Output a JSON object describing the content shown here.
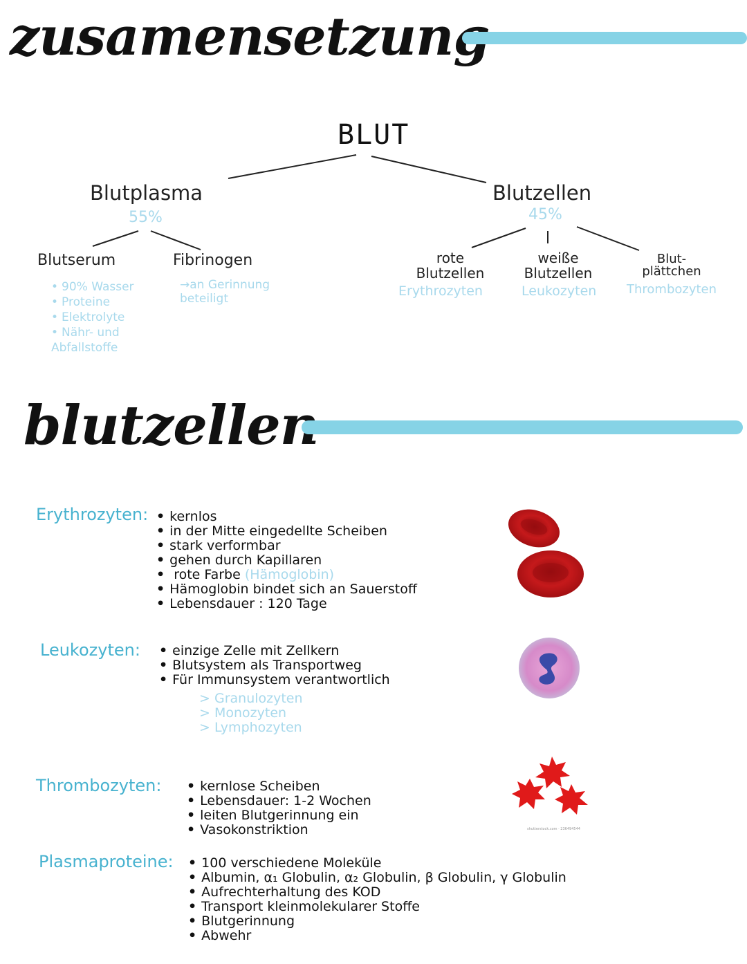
{
  "colors": {
    "accent_bar": "#86d3e6",
    "label_blue": "#47b2cf",
    "light_blue": "#a8d9ec"
  },
  "section1": {
    "title": "zusamensetzung",
    "root": "BLUT",
    "plasma": {
      "label": "Blutplasma",
      "percent": "55%",
      "serum": {
        "label": "Blutserum",
        "items": [
          "90% Wasser",
          "Proteine",
          "Elektrolyte",
          "Nähr- und Abfallstoffe"
        ]
      },
      "fibrinogen": {
        "label": "Fibrinogen",
        "note": "→an Gerinnung beteiligt"
      }
    },
    "cells": {
      "label": "Blutzellen",
      "percent": "45%",
      "red": {
        "label": "rote Blutzellen",
        "term": "Erythrozyten"
      },
      "white": {
        "label": "weiße Blutzellen",
        "term": "Leukozyten"
      },
      "platelets": {
        "label": "Blut-plättchen",
        "term": "Thrombozyten"
      }
    }
  },
  "section2": {
    "title": "blutzellen",
    "erythrocytes": {
      "label": "Erythrozyten:",
      "bullets": [
        "kernlos",
        "in der Mitte eingedellte Scheiben",
        "stark verformbar",
        "gehen durch Kapillaren",
        "Lebensdauer : 120 Tage",
        "Hämoglobin bindet sich an Sauerstoff"
      ],
      "color_line": "rote Farbe",
      "color_note": "(Hämoglobin)"
    },
    "leukocytes": {
      "label": "Leukozyten:",
      "bullets": [
        "einzige Zelle mit Zellkern",
        "Blutsystem als Transportweg",
        "Für Immunsystem verantwortlich"
      ],
      "subtypes": [
        "Granulozyten",
        "Monozyten",
        "Lymphozyten"
      ]
    },
    "thrombocytes": {
      "label": "Thrombozyten:",
      "bullets": [
        "kernlose Scheiben",
        "Lebensdauer: 1-2 Wochen",
        "leiten Blutgerinnung ein",
        "Vasokonstriktion"
      ],
      "image_credit": "shutterstock.com · 236494544"
    },
    "plasmaproteins": {
      "label": "Plasmaproteine:",
      "bullets": [
        "100 verschiedene Moleküle",
        "Albumin, α₁ Globulin, α₂ Globulin, β Globulin, γ Globulin",
        "Aufrechterhaltung des KOD",
        "Transport kleinmolekularer Stoffe",
        "Blutgerinnung",
        "Abwehr"
      ]
    }
  }
}
